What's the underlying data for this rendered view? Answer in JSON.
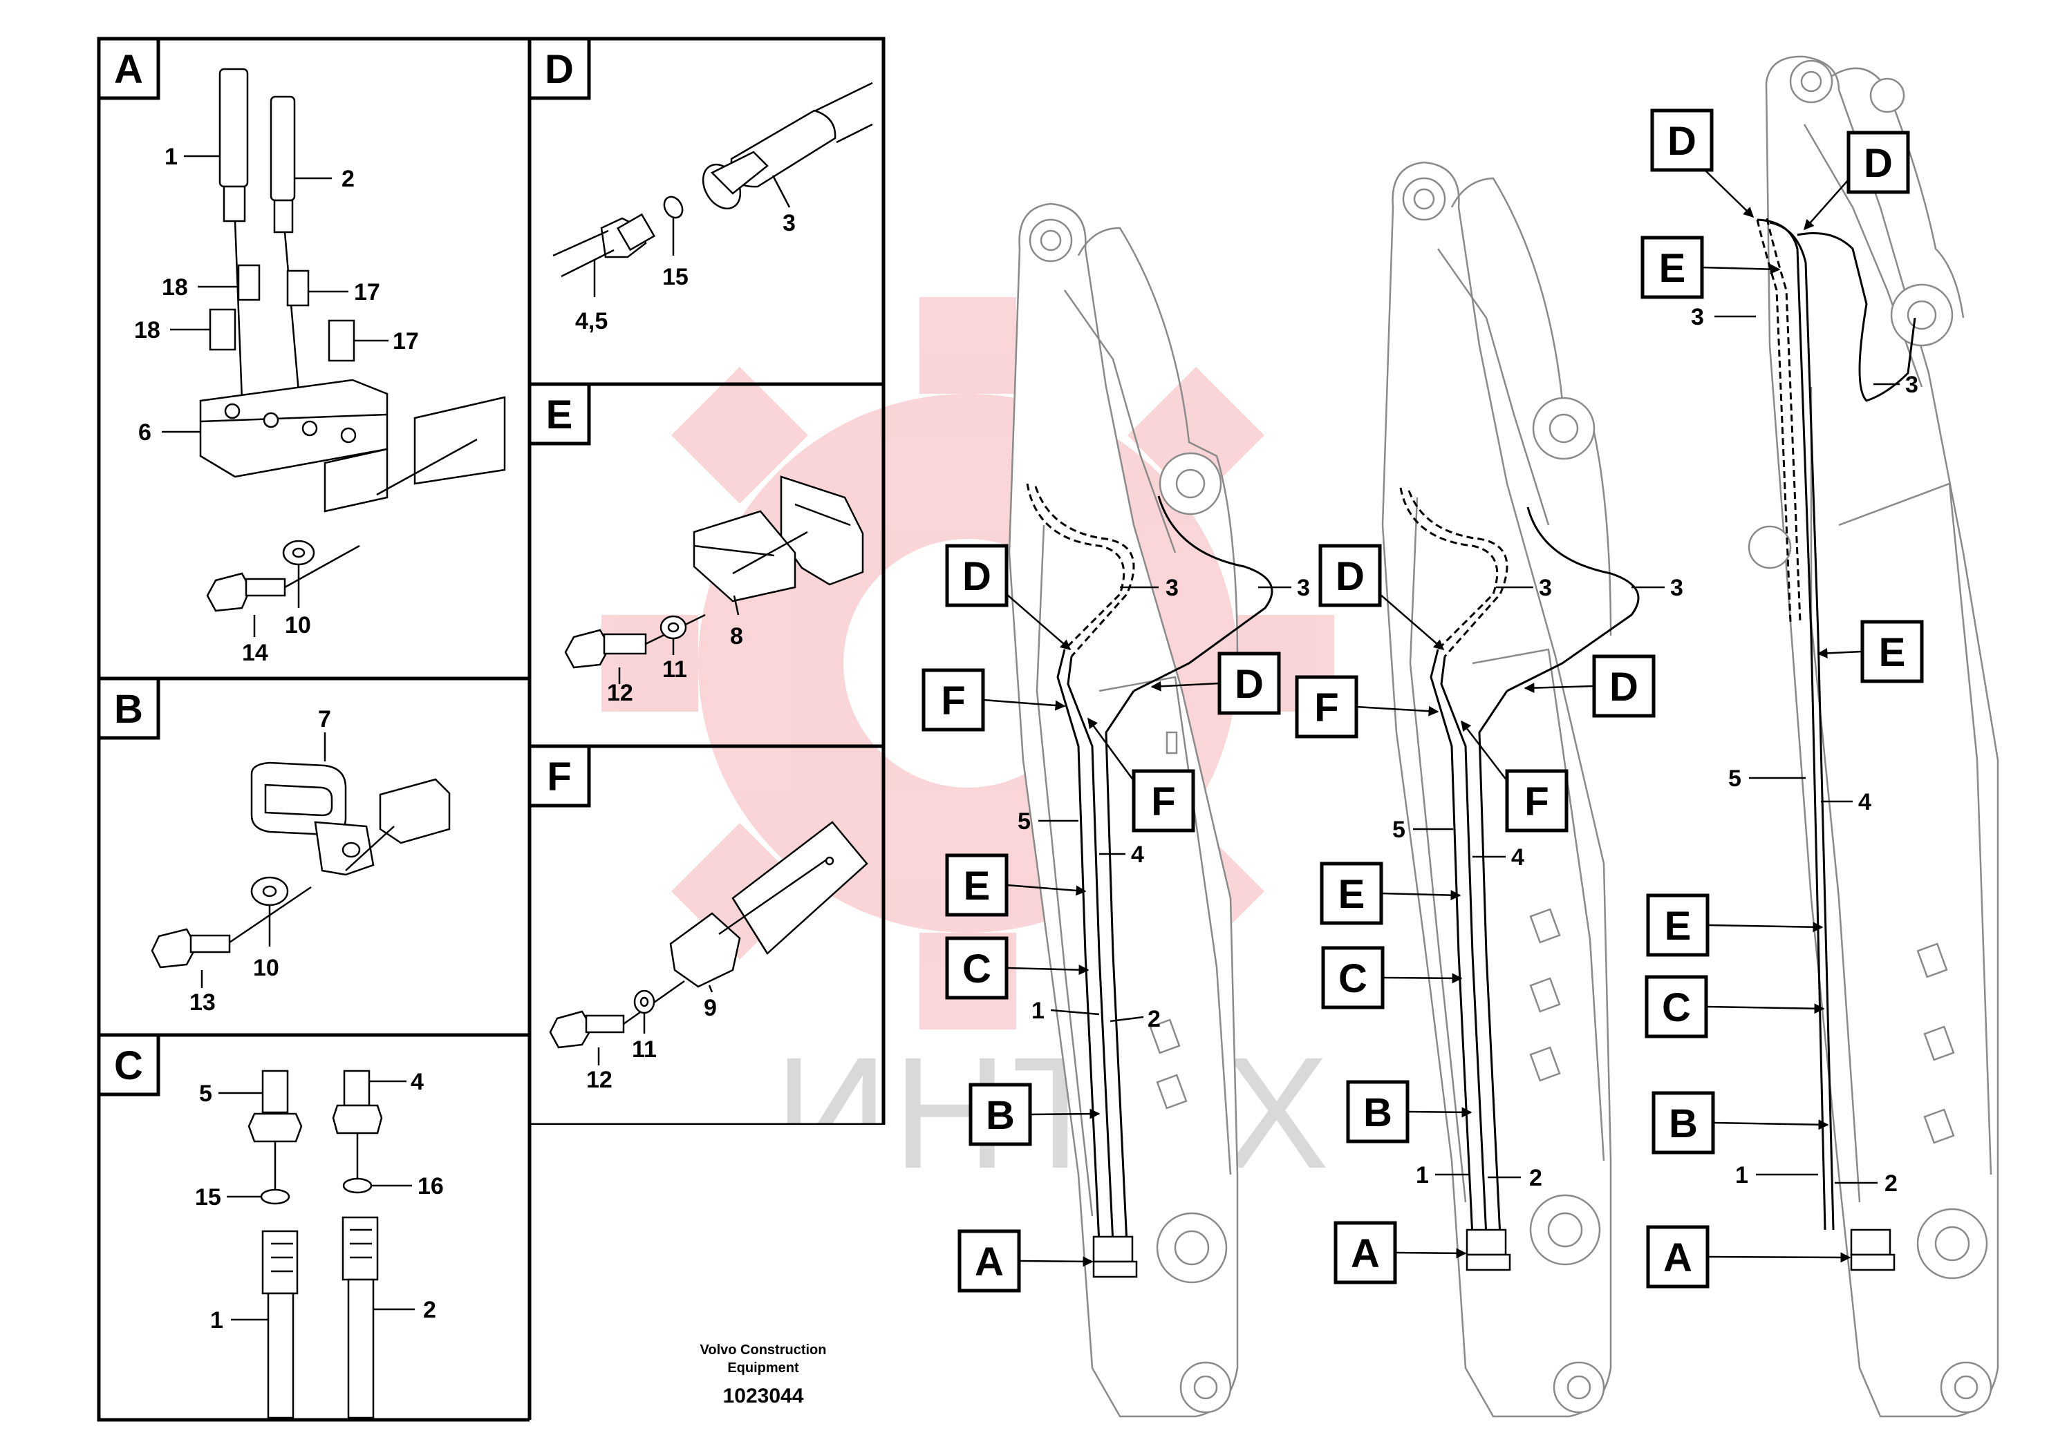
{
  "panels": {
    "A": {
      "letter": "A",
      "callouts": [
        "1",
        "2",
        "18",
        "17",
        "18",
        "17",
        "6",
        "14",
        "10"
      ]
    },
    "B": {
      "letter": "B",
      "callouts": [
        "7",
        "13",
        "10"
      ]
    },
    "C": {
      "letter": "C",
      "callouts": [
        "5",
        "4",
        "15",
        "16",
        "1",
        "2"
      ]
    },
    "D": {
      "letter": "D",
      "callouts": [
        "3",
        "15",
        "4,5"
      ]
    },
    "E": {
      "letter": "E",
      "callouts": [
        "12",
        "11",
        "8"
      ]
    },
    "F": {
      "letter": "F",
      "callouts": [
        "12",
        "11",
        "9"
      ]
    }
  },
  "booms": [
    {
      "letters": [
        "D",
        "F",
        "D",
        "F",
        "E",
        "C",
        "B",
        "A"
      ],
      "callouts": [
        "3",
        "3",
        "5",
        "4",
        "1",
        "2"
      ]
    },
    {
      "letters": [
        "D",
        "F",
        "D",
        "F",
        "E",
        "C",
        "B",
        "A"
      ],
      "callouts": [
        "3",
        "3",
        "5",
        "4",
        "1",
        "2"
      ]
    },
    {
      "letters": [
        "D",
        "D",
        "E",
        "E",
        "E",
        "C",
        "B",
        "A"
      ],
      "callouts": [
        "3",
        "3",
        "5",
        "4",
        "1",
        "2"
      ]
    }
  ],
  "footer": {
    "company_line1": "Volvo Construction",
    "company_line2": "Equipment",
    "code": "1023044"
  },
  "watermark": {
    "text": "ИНТЕХ",
    "color": "#e60012"
  }
}
